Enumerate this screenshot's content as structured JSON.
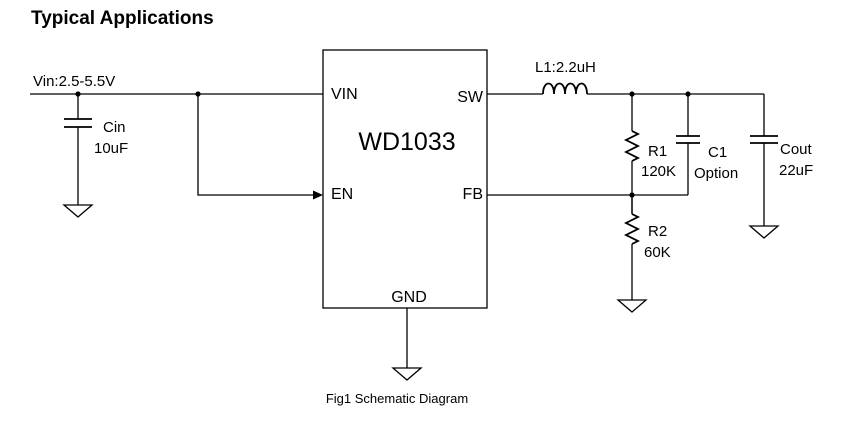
{
  "heading": "Typical Applications",
  "caption": "Fig1 Schematic Diagram",
  "ic": {
    "name": "WD1033",
    "pins": {
      "vin": "VIN",
      "sw": "SW",
      "en": "EN",
      "fb": "FB",
      "gnd": "GND"
    }
  },
  "labels": {
    "vin_supply": "Vin:2.5-5.5V",
    "inductor": "L1:2.2uH",
    "cin_name": "Cin",
    "cin_value": "10uF",
    "r1_name": "R1",
    "r1_value": "120K",
    "c1_name": "C1",
    "c1_value": "Option",
    "cout_name": "Cout",
    "cout_value": "22uF",
    "r2_name": "R2",
    "r2_value": "60K"
  }
}
